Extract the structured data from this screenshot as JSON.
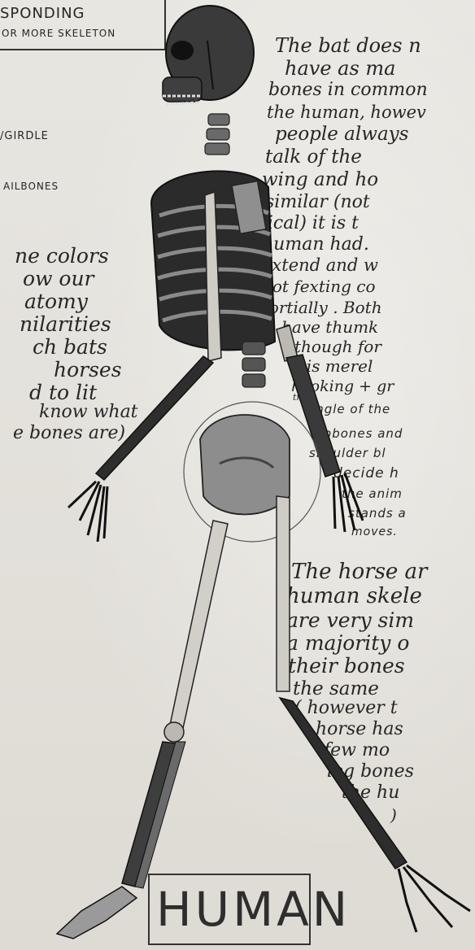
{
  "header": {
    "line1": "SPONDING",
    "line2": "OR MORE SKELETON"
  },
  "left_notes": {
    "girdle": "/GIRDLE",
    "tailbones": "AILBONES",
    "colors_lines": [
      "ne colors",
      "ow our",
      "atomy",
      "nilarities",
      "ch bats",
      "horses",
      "d to lit",
      "know what",
      "e bones are)"
    ]
  },
  "right_notes": {
    "bat_lines": [
      "The  bat does n",
      "have   as   ma",
      "bones in common",
      "the human, howev",
      "people  always",
      "talk    of   the",
      "wing   and    ho",
      "similar  (not",
      "tical)  it  is  t",
      "human   had.",
      "extend   and   w",
      "not    fexting  co",
      "portially . Both",
      "have  thumk",
      "though  for",
      "it  is  merel",
      "hooking + gr"
    ],
    "trees": "trees",
    "angle_lines": [
      "angle of the",
      "hipbones and",
      "shoulder bl",
      "decide  h",
      "the  anim",
      "stands  a",
      "moves."
    ],
    "horse_lines": [
      "The  horse  ar",
      "human   skele",
      "are    very  sim",
      "a  majority  o",
      "their    bones",
      "the     same",
      "( however  t",
      "horse   has",
      "few    mo",
      "leg  bones",
      "the  hu",
      ")"
    ]
  },
  "title_label": "HUMAN",
  "colors": {
    "ink": "#262626",
    "bone_dark": "#2b2b2b",
    "bone_mid": "#7c7c7c",
    "bone_light": "#c9c6c0",
    "paper": "#e4e1db"
  }
}
